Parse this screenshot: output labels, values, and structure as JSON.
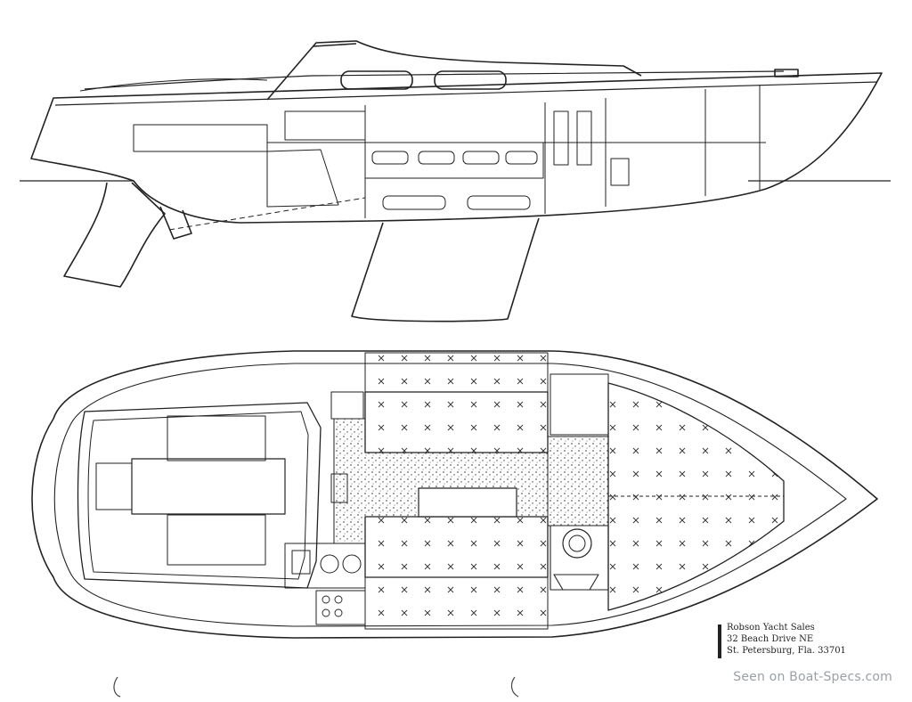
{
  "dealer": {
    "name": "Robson Yacht Sales",
    "address": "32 Beach Drive NE",
    "city": "St. Petersburg, Fla. 33701"
  },
  "watermark": "Seen on Boat-Specs.com",
  "colors": {
    "ink": "#222222",
    "paper": "#ffffff",
    "watermark": "#9aa0a6"
  }
}
